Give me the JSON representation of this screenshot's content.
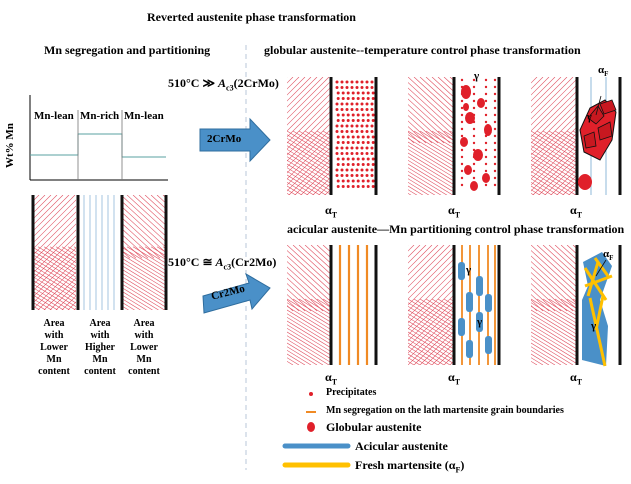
{
  "title": "Reverted austenite phase transformation",
  "left": {
    "heading": "Mn segregation and partitioning",
    "ylabel": "Wt% Mn",
    "zones": [
      "Mn-lean",
      "Mn-rich",
      "Mn-lean"
    ],
    "captions": [
      [
        "Area",
        "with",
        "Lower",
        "Mn",
        "content"
      ],
      [
        "Area",
        "with",
        "Higher",
        "Mn",
        "content"
      ],
      [
        "Area",
        "with",
        "Lower",
        "Mn",
        "content"
      ]
    ]
  },
  "arrows": {
    "top": "2CrMo",
    "bottom": "Cr2Mo"
  },
  "row1": {
    "heading": "globular austenite--temperature control phase transformation",
    "condition_prefix": "510°C ≫ ",
    "condition_sub": "c3",
    "condition_suffix": "(2CrMo)"
  },
  "row2": {
    "heading": "acicular austenite—Mn partitioning control phase transformation",
    "condition_prefix": "510°C ≅ ",
    "condition_sub": "c3",
    "condition_suffix": "(Cr2Mo)"
  },
  "symbols": {
    "alpha": "α",
    "T": "T",
    "F": "F",
    "gamma": "γ",
    "A": "A"
  },
  "legend": [
    {
      "label": "Precipitates",
      "marker": "dot"
    },
    {
      "label": "Mn segregation on the lath martensite grain boundaries",
      "marker": "dash"
    },
    {
      "label": "Globular austenite",
      "marker": "ellipse"
    },
    {
      "label": "Acicular austenite",
      "marker": "blue-bar"
    },
    {
      "label": "Fresh martensite (",
      "label_sub": "F",
      "label_end": ")",
      "marker": "yellow-bar"
    }
  ],
  "colors": {
    "red": "#e0202a",
    "hatch": "#e05060",
    "blue": "#4a90c8",
    "orange": "#f08a24",
    "yellow": "#ffc000",
    "wall": "#111111",
    "thin_blue": "#8fb8d8",
    "curve": "#5aa0a0"
  }
}
